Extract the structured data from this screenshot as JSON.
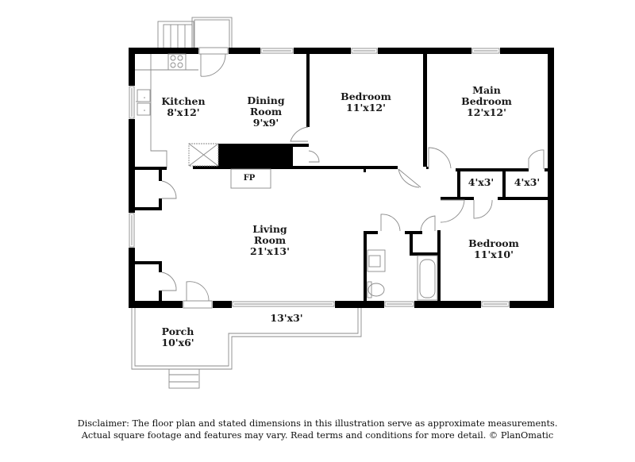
{
  "floor_plan": {
    "rooms": [
      {
        "id": "kitchen",
        "name": "Kitchen",
        "dims": "8'x12'"
      },
      {
        "id": "dining-room",
        "name_line1": "Dining",
        "name_line2": "Room",
        "dims": "9'x9'"
      },
      {
        "id": "bedroom-1",
        "name": "Bedroom",
        "dims": "11'x12'"
      },
      {
        "id": "main-bedroom",
        "name_line1": "Main",
        "name_line2": "Bedroom",
        "dims": "12'x12'"
      },
      {
        "id": "closet-1",
        "dims": "4'x3'"
      },
      {
        "id": "closet-2",
        "dims": "4'x3'"
      },
      {
        "id": "living-room",
        "name_line1": "Living",
        "name_line2": "Room",
        "dims": "21'x13'"
      },
      {
        "id": "bedroom-2",
        "name": "Bedroom",
        "dims": "11'x10'"
      },
      {
        "id": "porch",
        "name": "Porch",
        "dims": "10'x6'"
      },
      {
        "id": "porch-extension",
        "dims": "13'x3'"
      }
    ],
    "fireplace_label": "FP"
  },
  "disclaimer": {
    "line1": "Disclaimer: The floor plan and stated dimensions in this illustration serve as approximate measurements.",
    "line2": "Actual square footage and features may vary. Read terms and conditions for more detail. © PlanOmatic"
  }
}
